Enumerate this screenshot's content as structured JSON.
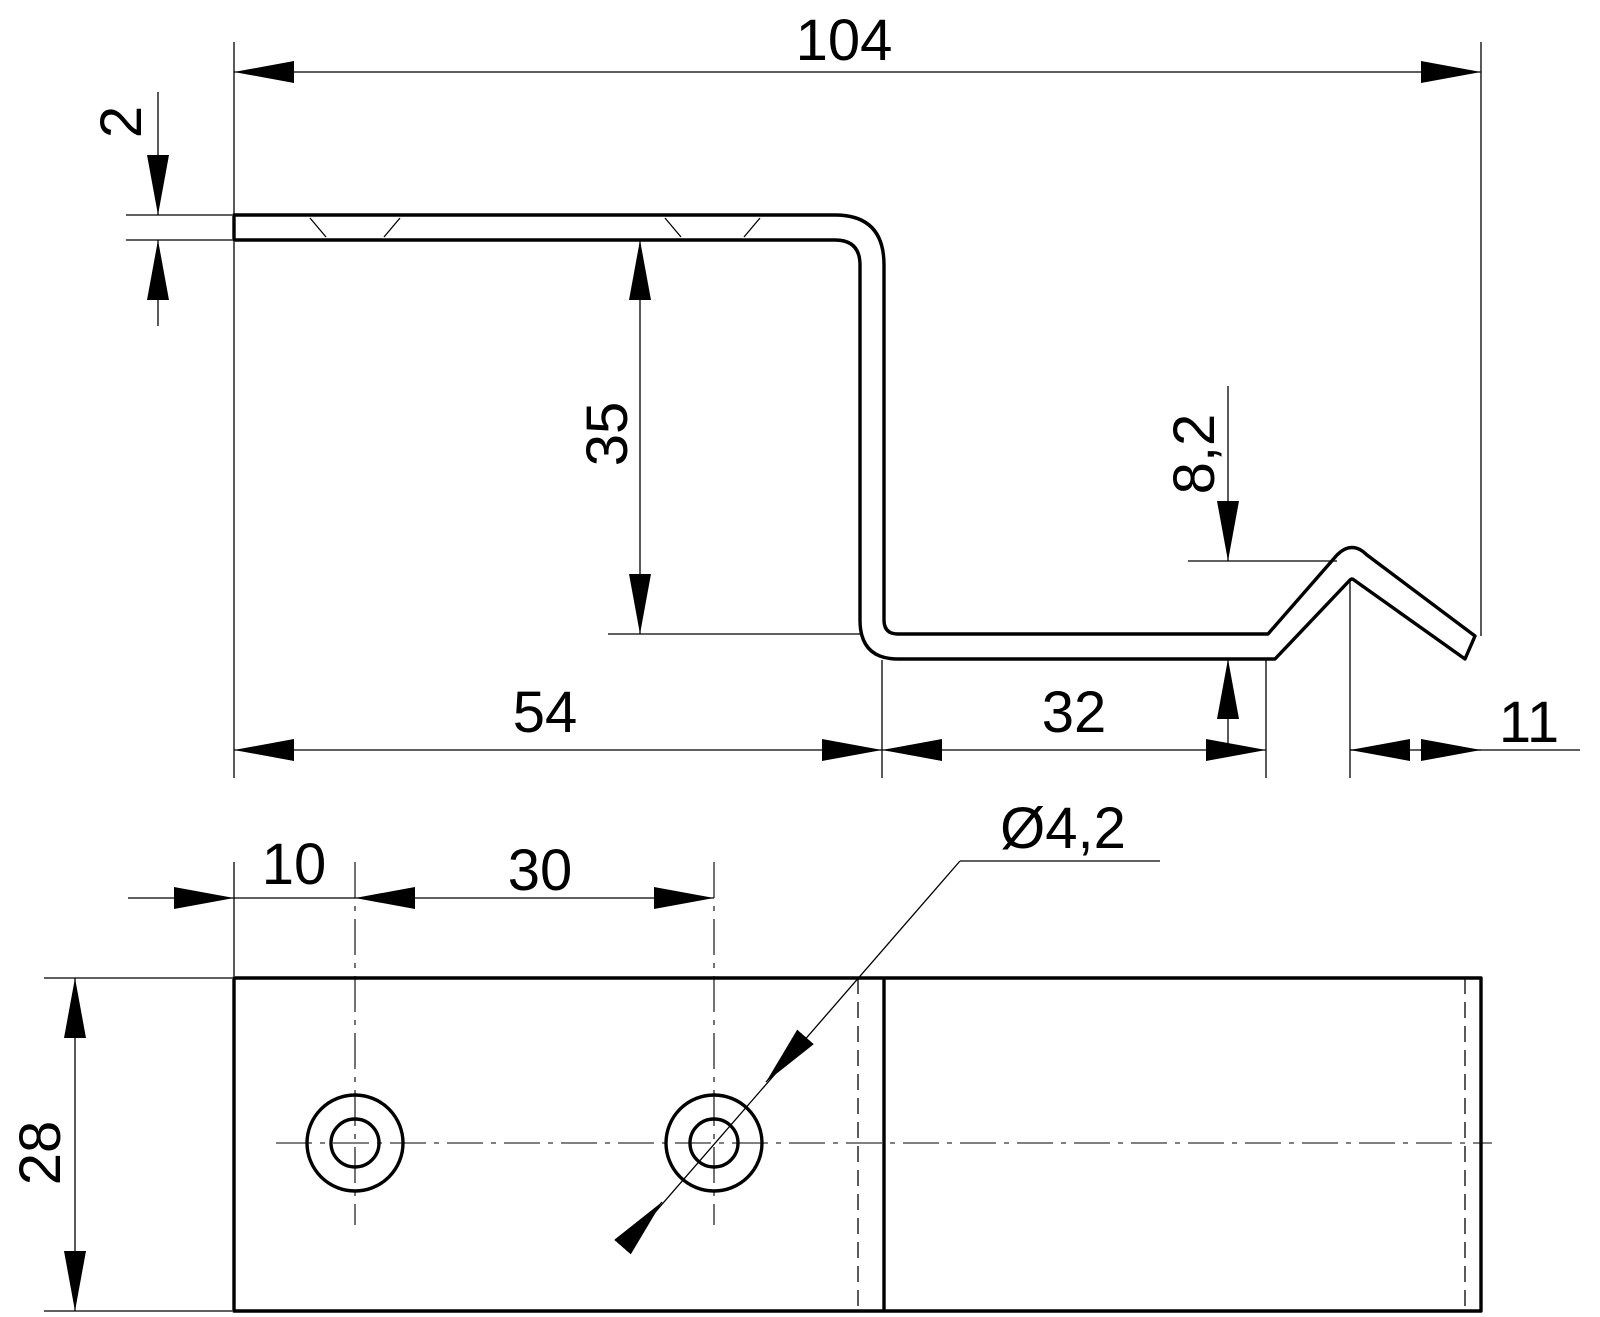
{
  "drawing": {
    "dimensions": {
      "overall_length": "104",
      "thickness": "2",
      "offset_height": "35",
      "rise_height": "8,2",
      "first_leg": "54",
      "middle_leg": "32",
      "end_projection": "11",
      "hole_edge_distance": "10",
      "hole_spacing": "30",
      "hole_diameter": "Ø4,2",
      "width": "28"
    },
    "colors": {
      "line": "#000000",
      "background": "#ffffff"
    }
  }
}
